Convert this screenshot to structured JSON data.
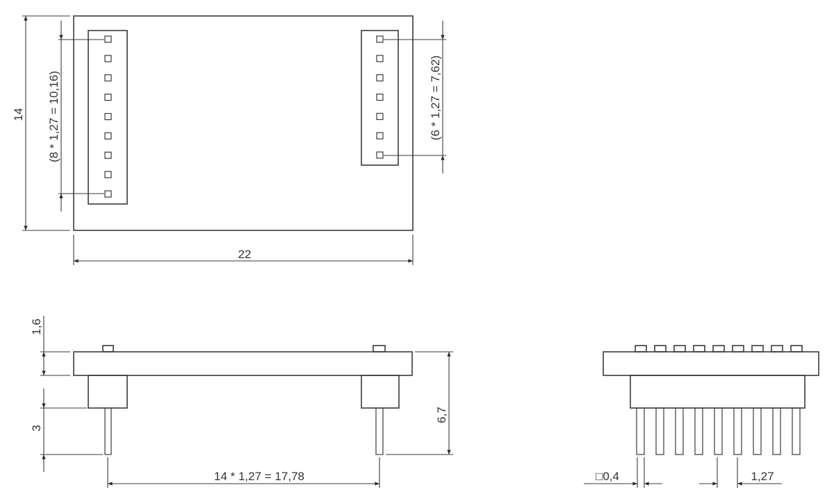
{
  "top_view": {
    "width_label": "22",
    "height_label": "14",
    "left_header_pitch_label": "(8 * 1,27 = 10,16)",
    "right_header_pitch_label": "(6 * 1,27 = 7,62)",
    "left_header_pins": 9,
    "right_header_pins": 7
  },
  "side_view": {
    "board_thickness_label": "1,6",
    "pin_length_label": "3",
    "total_height_label": "6,7",
    "pin_span_label": "14 * 1,27 = 17,78"
  },
  "front_view": {
    "pin_count": 9,
    "pin_size_label": "□0,4",
    "pin_pitch_label": "1,27"
  },
  "colors": {
    "line": "#3a3a3a",
    "text": "#333333",
    "background": "#ffffff"
  }
}
